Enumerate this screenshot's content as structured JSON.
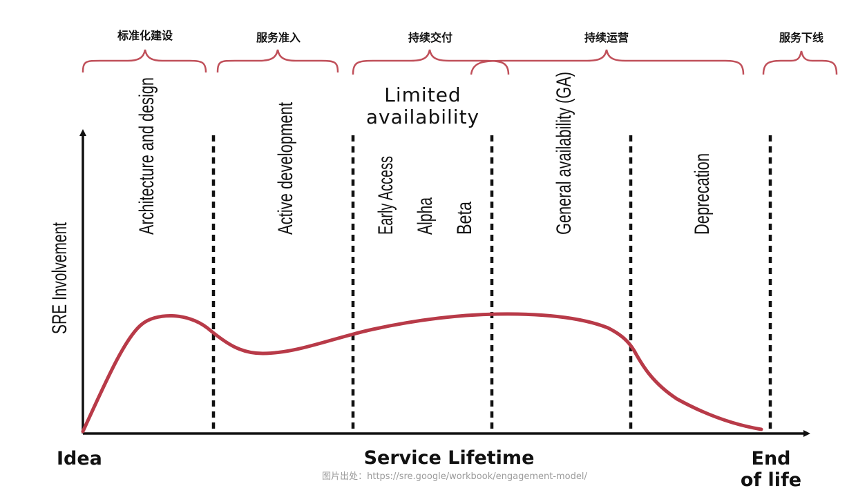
{
  "phases_cn": [
    {
      "label": "标准化建设"
    },
    {
      "label": "服务准入"
    },
    {
      "label": "持续交付"
    },
    {
      "label": "持续运营"
    },
    {
      "label": "服务下线"
    }
  ],
  "stages": {
    "architecture": "Architecture and design",
    "active_dev": "Active development",
    "early_access": "Early Access",
    "alpha": "Alpha",
    "beta": "Beta",
    "ga": "General availability (GA)",
    "deprecation": "Deprecation"
  },
  "limited_availability": {
    "line1": "Limited",
    "line2": "availability"
  },
  "axes": {
    "y_label": "SRE Involvement",
    "x_start": "Idea",
    "x_label": "Service Lifetime",
    "x_end_line1": "End",
    "x_end_line2": "of life"
  },
  "credit": "图片出处：https://sre.google/workbook/engagement-model/",
  "colors": {
    "curve": "#b83a48",
    "brace": "#c0505a",
    "axis": "#111111"
  }
}
